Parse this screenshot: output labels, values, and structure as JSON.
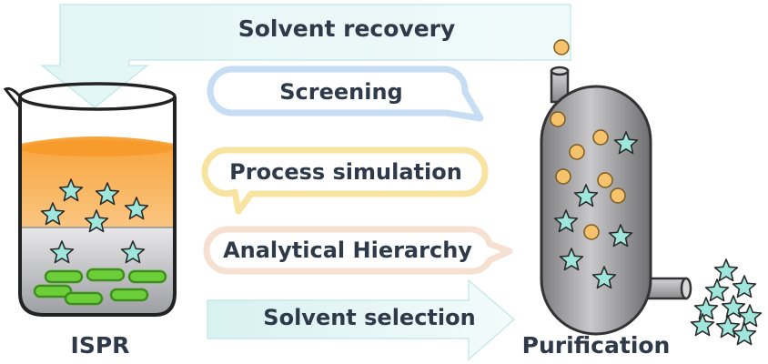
{
  "labels": {
    "recovery": "Solvent recovery",
    "screening": "Screening",
    "simulation": "Process simulation",
    "hierarchy": "Analytical Hierarchy",
    "selection": "Solvent selection",
    "ispr": "ISPR",
    "purification": "Purification"
  },
  "colors": {
    "text": "#2e3a4a",
    "recovery_arrow": "#e9f7f7",
    "screening_bubble": "#c9dff3",
    "simulation_bubble": "#fbe7a6",
    "hierarchy_bubble": "#f9e3d6",
    "selection_arrow": "#dff3f3",
    "organic_phase": "#f4a844",
    "aqueous_phase": "#c6c7c9",
    "cells": "#6ccf3a",
    "stars": "#9fe7dc",
    "beads": "#f6c26c",
    "column": "#9a9a9c"
  }
}
